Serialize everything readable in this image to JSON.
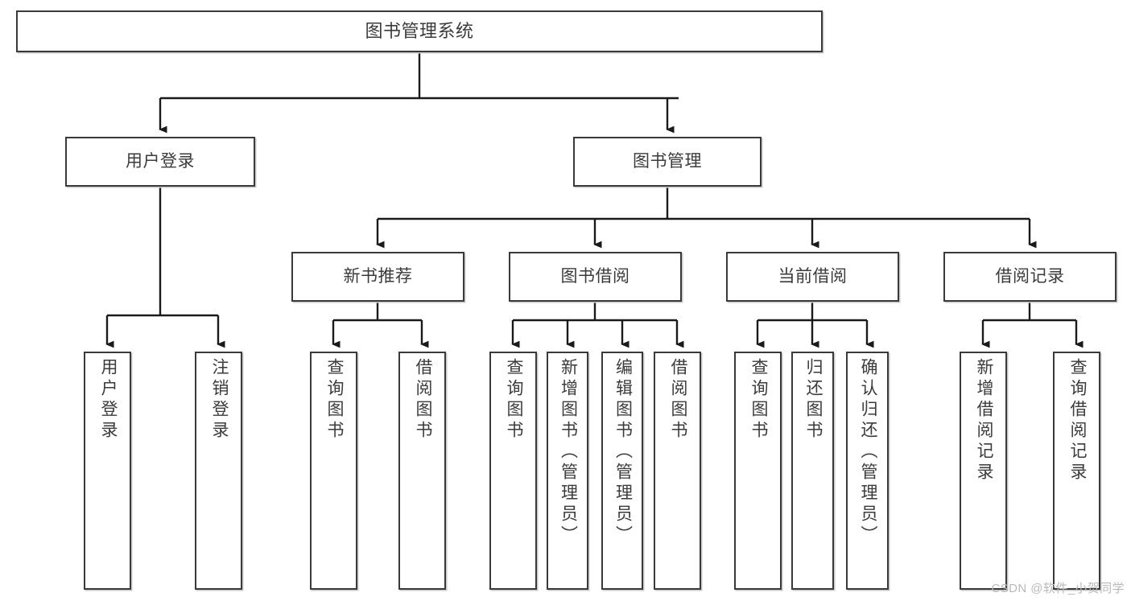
{
  "diagram": {
    "title": "图书管理系统",
    "type": "hierarchy-tree",
    "watermark": "CSDN @软件_小贺同学",
    "colors": {
      "box_border": "#3a3a3a",
      "box_fill": "#ffffff",
      "text": "#3b3b3b",
      "line": "#1a1a1a",
      "watermark": "#b9b9b9"
    },
    "nodes": {
      "root": "图书管理系统",
      "l2": {
        "user_login": "用户登录",
        "book_manage": "图书管理"
      },
      "l3": {
        "new_book": "新书推荐",
        "borrow_book": "图书借阅",
        "current_borrow": "当前借阅",
        "borrow_record": "借阅记录"
      },
      "leaves": {
        "user_login_1": "用户登录",
        "user_login_2": "注销登录",
        "new_book_1": "查询图书",
        "new_book_2": "借阅图书",
        "borrow_book_1": "查询图书",
        "borrow_book_2": "新增图书（管理员）",
        "borrow_book_3": "编辑图书（管理员）",
        "borrow_book_4": "借阅图书",
        "current_borrow_1": "查询图书",
        "current_borrow_2": "归还图书",
        "current_borrow_3": "确认归还（管理员）",
        "borrow_record_1": "新增借阅记录",
        "borrow_record_2": "查询借阅记录"
      }
    }
  }
}
